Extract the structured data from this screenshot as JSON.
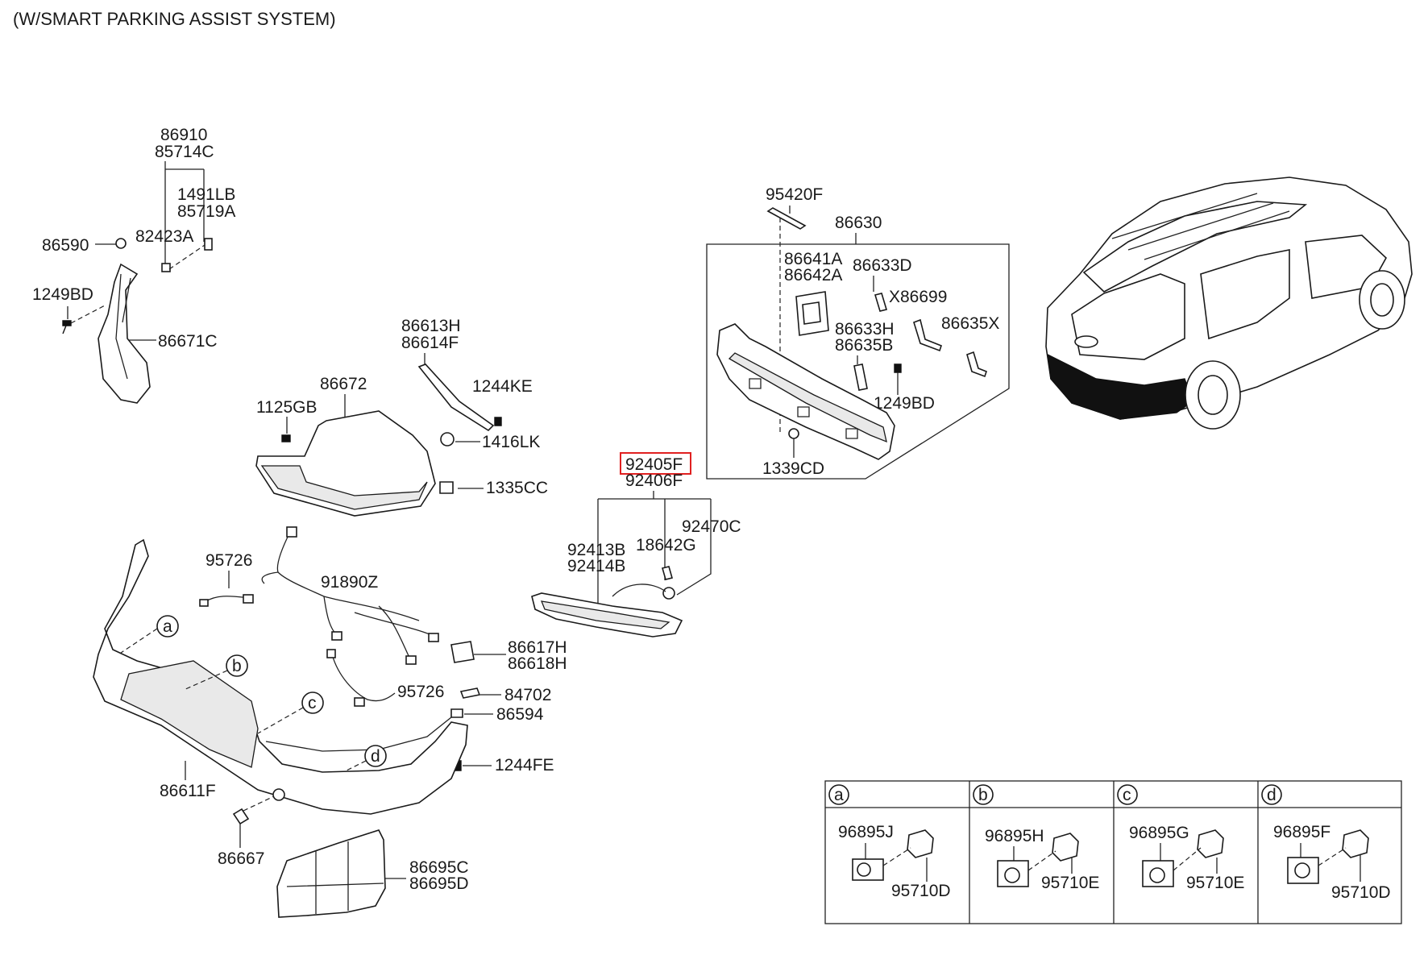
{
  "header": {
    "title": "(W/SMART PARKING ASSIST SYSTEM)"
  },
  "labels": {
    "p86910": "86910",
    "p85714C": "85714C",
    "p1491LB": "1491LB",
    "p85719A": "85719A",
    "p86590": "86590",
    "p82423A": "82423A",
    "p1249BD_left": "1249BD",
    "p86671C": "86671C",
    "p86613H": "86613H",
    "p86614F": "86614F",
    "p86672": "86672",
    "p1244KE": "1244KE",
    "p1125GB": "1125GB",
    "p1416LK": "1416LK",
    "p1335CC": "1335CC",
    "p95420F": "95420F",
    "p86630": "86630",
    "p86641A": "86641A",
    "p86642A": "86642A",
    "p86633D": "86633D",
    "pX86699": "X86699",
    "p86633H": "86633H",
    "p86635B": "86635B",
    "p86635X": "86635X",
    "p1249BD_right": "1249BD",
    "p1339CD": "1339CD",
    "p92405F": "92405F",
    "p92406F": "92406F",
    "p92470C": "92470C",
    "p92413B": "92413B",
    "p92414B": "92414B",
    "p18642G": "18642G",
    "p95726_top": "95726",
    "p91890Z": "91890Z",
    "p86617H": "86617H",
    "p86618H": "86618H",
    "p95726_mid": "95726",
    "p84702": "84702",
    "p86594": "86594",
    "p1244FE": "1244FE",
    "p86611F": "86611F",
    "p86667": "86667",
    "p86695C": "86695C",
    "p86695D": "86695D",
    "callout_a": "a",
    "callout_b": "b",
    "callout_c": "c",
    "callout_d": "d"
  },
  "sensor_table": {
    "cells": [
      {
        "letter": "a",
        "sensor": "96895J",
        "part": "95710D"
      },
      {
        "letter": "b",
        "sensor": "96895H",
        "part": "95710E"
      },
      {
        "letter": "c",
        "sensor": "96895G",
        "part": "95710E"
      },
      {
        "letter": "d",
        "sensor": "96895F",
        "part": "95710D"
      }
    ]
  },
  "colors": {
    "highlight": "#e02020",
    "ink": "#1a1a1a"
  }
}
